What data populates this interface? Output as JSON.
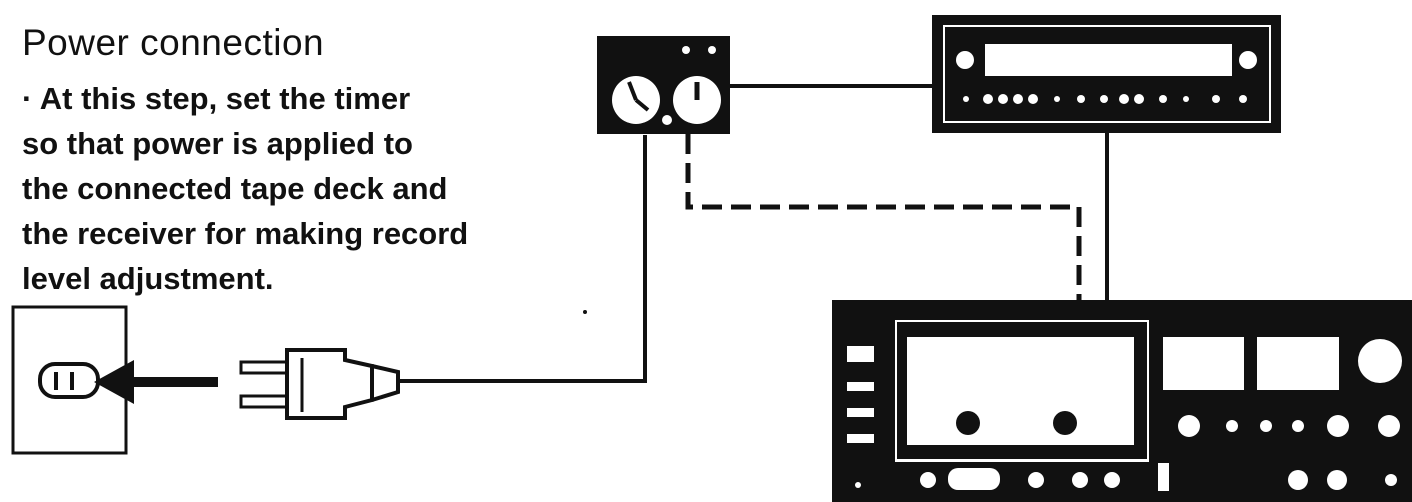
{
  "heading": "Power connection",
  "instructions": [
    "· At this step, set the timer",
    "so that power is applied to",
    "the connected tape deck and",
    "the receiver for making record",
    "level adjustment."
  ],
  "colors": {
    "ink": "#111111",
    "paper": "#ffffff"
  },
  "components": [
    {
      "name": "wall-outlet",
      "icon": "outlet-icon"
    },
    {
      "name": "power-plug",
      "icon": "plug-icon"
    },
    {
      "name": "timer",
      "icon": "dual-clock-timer-icon"
    },
    {
      "name": "receiver",
      "icon": "receiver-icon"
    },
    {
      "name": "tape-deck",
      "icon": "cassette-deck-icon"
    }
  ]
}
